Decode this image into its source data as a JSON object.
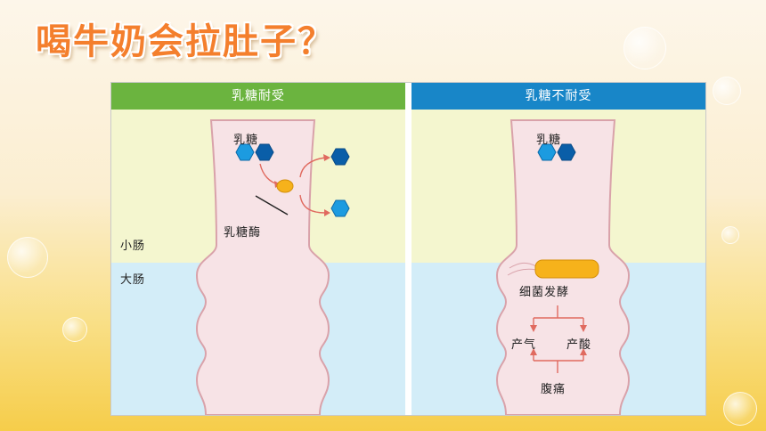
{
  "slide": {
    "title": "喝牛奶会拉肚子？"
  },
  "left_panel": {
    "header": "乳糖耐受",
    "lactose_label": "乳糖",
    "enzyme_label": "乳糖酶",
    "small_intestine_label": "小肠",
    "large_intestine_label": "大肠"
  },
  "right_panel": {
    "header": "乳糖不耐受",
    "lactose_label": "乳糖",
    "fermentation_label": "细菌发酵",
    "gas_label": "产气",
    "acid_label": "产酸",
    "pain_label": "腹痛"
  },
  "colors": {
    "title": "#f47f2d",
    "tolerant_header": "#6bb43f",
    "intolerant_header": "#1886c8",
    "small_intestine_bg": "#f4f6cf",
    "large_intestine_bg": "#d3edf8",
    "intestine_fill": "#f7e3e6",
    "intestine_outline": "#d9a2aa",
    "glucose_hex": "#1c9be0",
    "galactose_hex": "#0a5ea8",
    "enzyme": "#f6b21b",
    "arrow": "#e06a5f"
  }
}
